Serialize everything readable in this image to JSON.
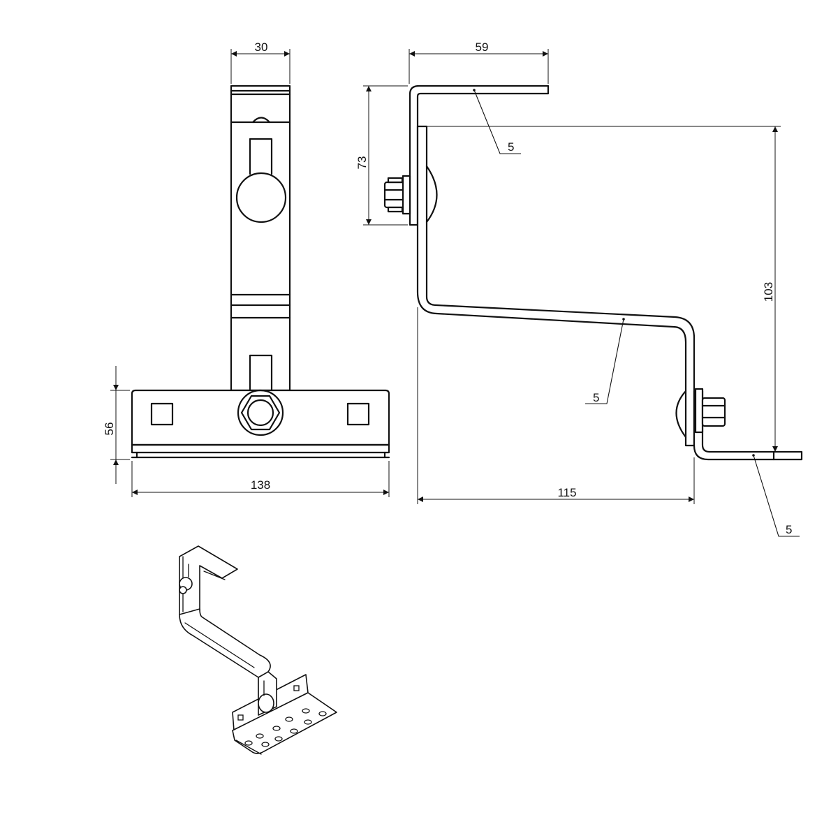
{
  "drawing": {
    "front_view": {
      "width_top": "30",
      "base_height": "56",
      "base_width": "138"
    },
    "side_view": {
      "top_flange_length": "59",
      "upper_height": "73",
      "total_height": "103",
      "horizontal_offset": "115",
      "thickness_top": "5",
      "thickness_middle": "5",
      "thickness_bottom": "5"
    }
  }
}
